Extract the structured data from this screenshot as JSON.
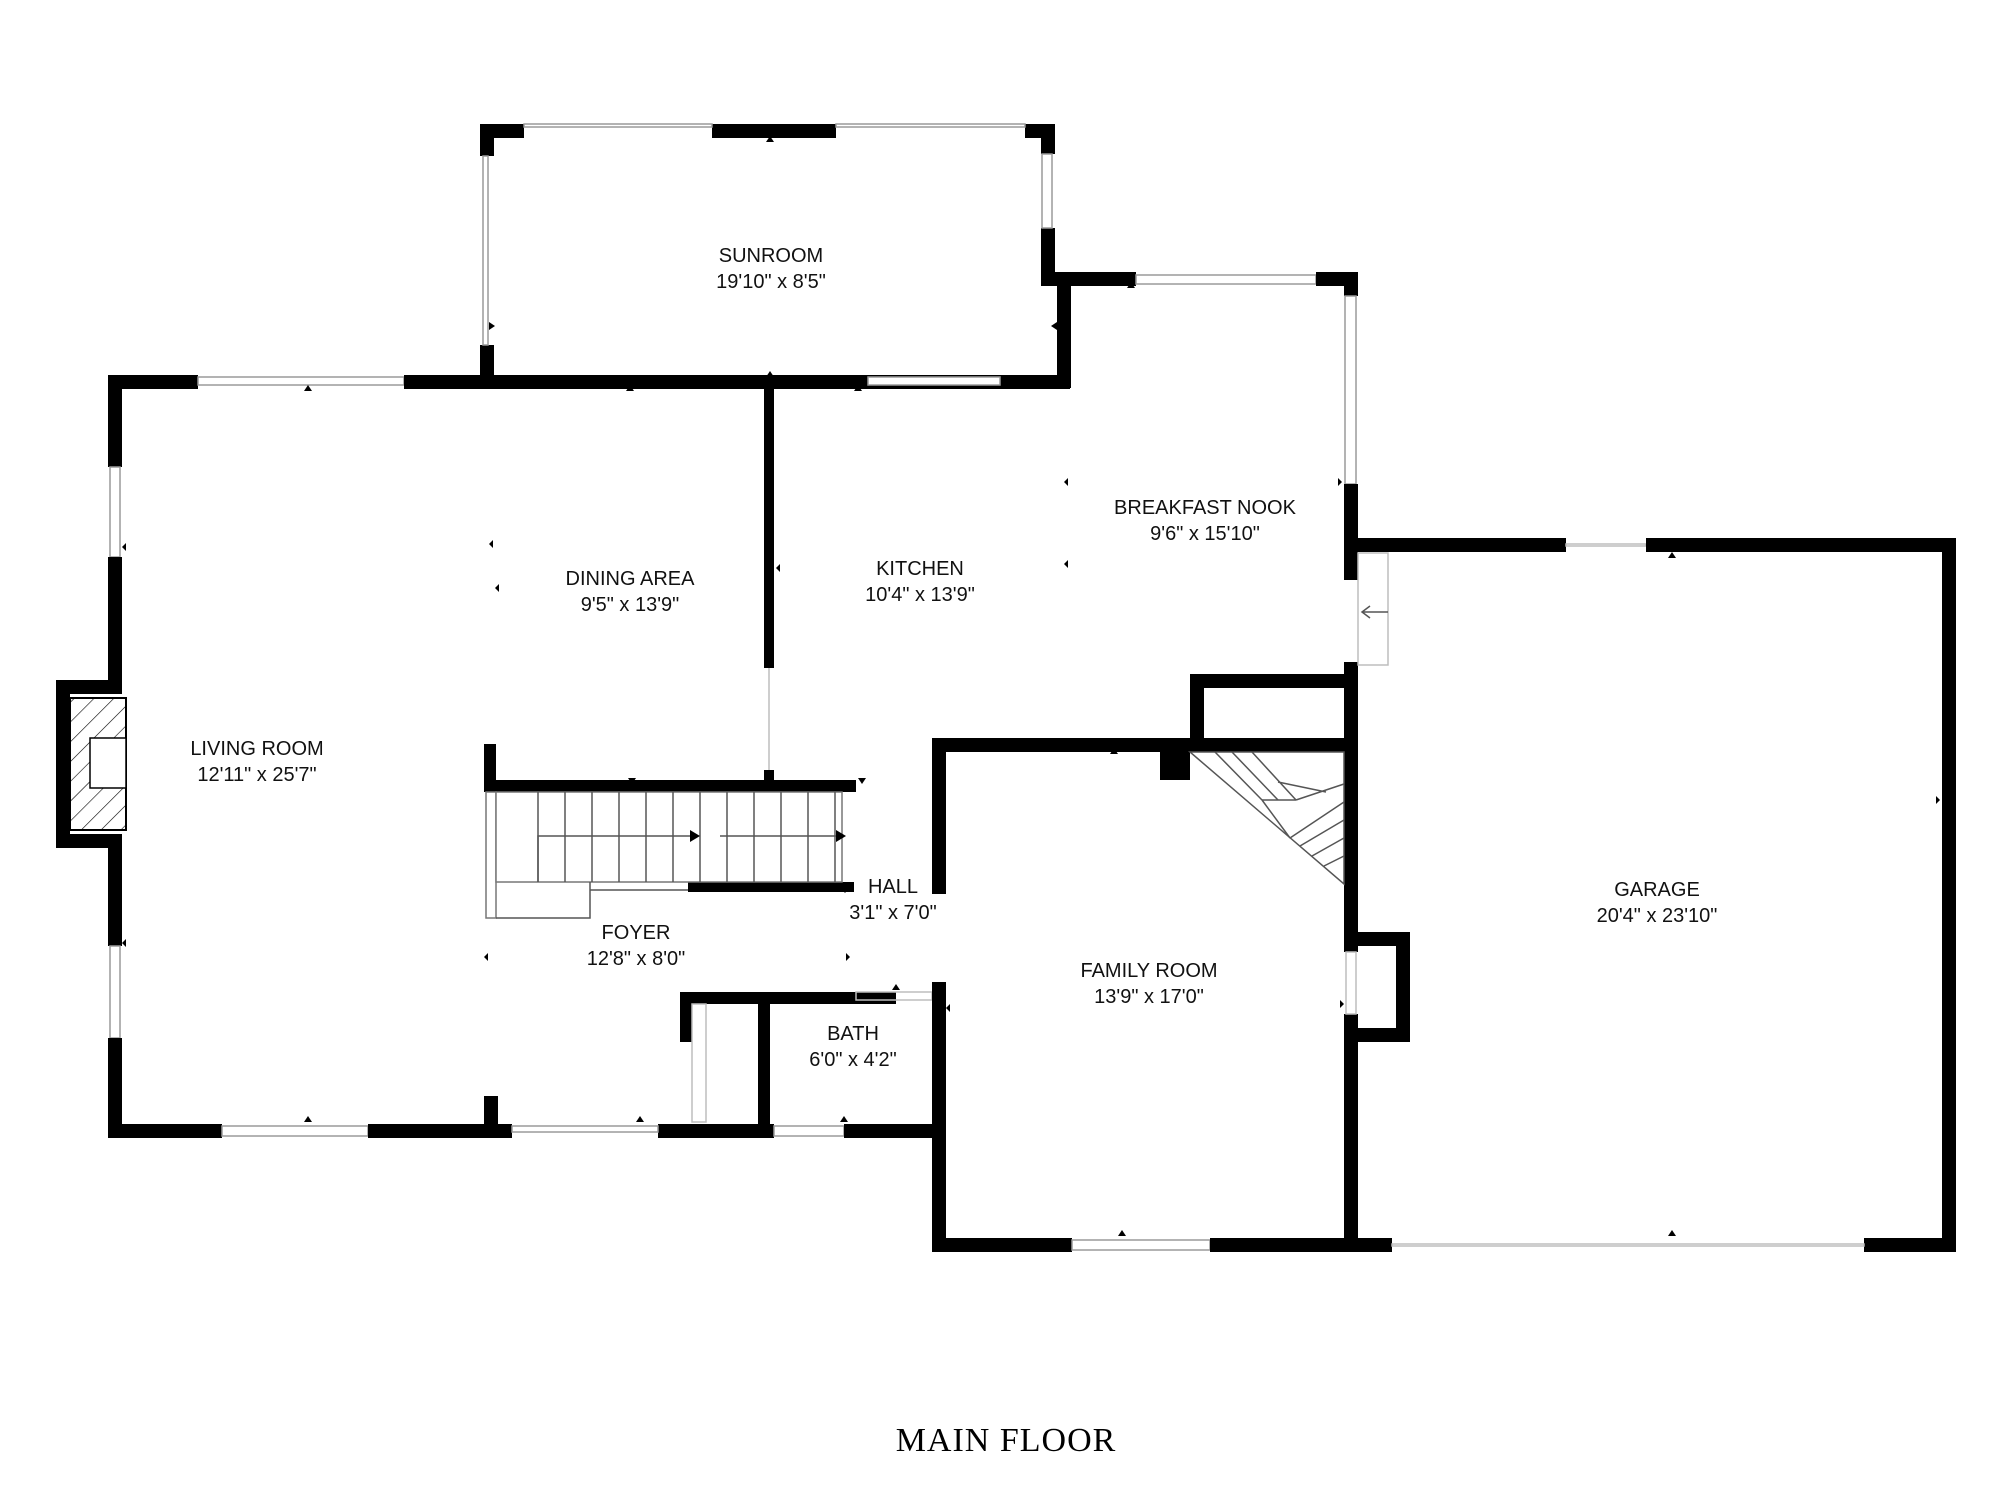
{
  "floor_title": "MAIN FLOOR",
  "rooms": {
    "sunroom": {
      "name": "SUNROOM",
      "dims": "19'10\" x 8'5\""
    },
    "breakfast_nook": {
      "name": "BREAKFAST NOOK",
      "dims": "9'6\" x 15'10\""
    },
    "dining_area": {
      "name": "DINING AREA",
      "dims": "9'5\" x 13'9\""
    },
    "kitchen": {
      "name": "KITCHEN",
      "dims": "10'4\" x 13'9\""
    },
    "living_room": {
      "name": "LIVING ROOM",
      "dims": "12'11\" x 25'7\""
    },
    "hall": {
      "name": "HALL",
      "dims": "3'1\" x 7'0\""
    },
    "foyer": {
      "name": "FOYER",
      "dims": "12'8\" x 8'0\""
    },
    "garage": {
      "name": "GARAGE",
      "dims": "20'4\" x 23'10\""
    },
    "family_room": {
      "name": "FAMILY ROOM",
      "dims": "13'9\" x 17'0\""
    },
    "bath": {
      "name": "BATH",
      "dims": "6'0\" x 4'2\""
    }
  },
  "colors": {
    "wall": "#000000",
    "background": "#ffffff",
    "window": "#9a9a9a"
  }
}
